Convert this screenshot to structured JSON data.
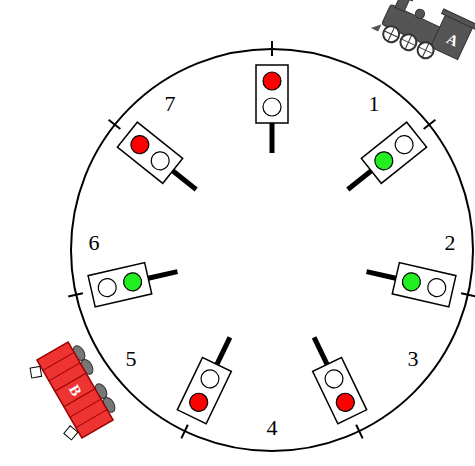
{
  "diagram": {
    "labels": [
      "1",
      "2",
      "3",
      "4",
      "5",
      "6",
      "7",
      "A",
      "B"
    ]
  }
}
